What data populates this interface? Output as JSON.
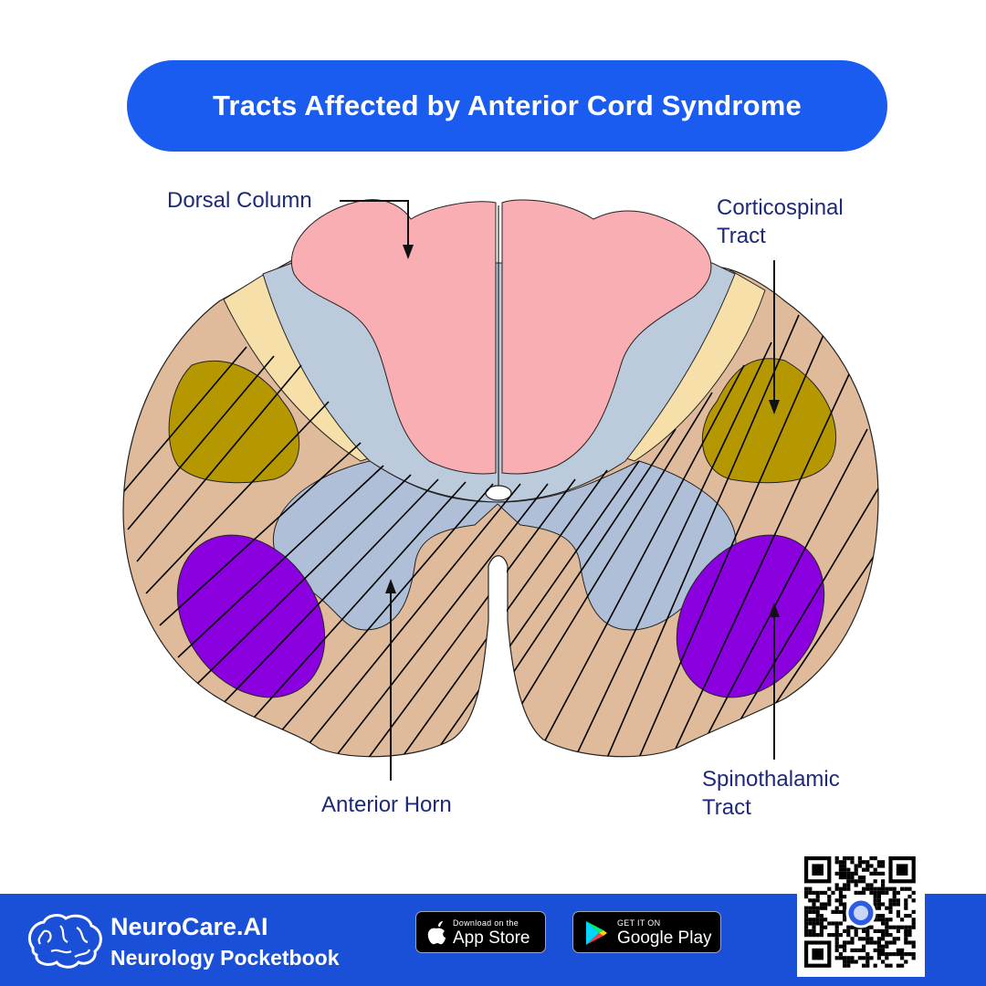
{
  "header": {
    "title": "Tracts Affected by Anterior Cord Syndrome"
  },
  "labels": {
    "dorsal_column": "Dorsal Column",
    "corticospinal": "Corticospinal\nTract",
    "anterior_horn": "Anterior Horn",
    "spinothalamic": "Spinothalamic\nTract"
  },
  "footer": {
    "brand_name": "NeuroCare.AI",
    "brand_sub": "Neurology Pocketbook",
    "app_store_small": "Download on the",
    "app_store_big": "App Store",
    "google_small": "GET IT ON",
    "google_big": "Google Play"
  },
  "colors": {
    "title_bg": "#1a5cf0",
    "footer_bg": "#1a4fd8",
    "label_text": "#1e2a78",
    "white_matter": "#dfbb9c",
    "gray_matter": "#bccbdb",
    "ventral_horn": "#b0bfd8",
    "dorsal_column": "#f8aeb2",
    "yellow_tract": "#f6dfa8",
    "corticospinal_tract": "#b59800",
    "spinothalamic_tract": "#8b00de"
  },
  "icons": [
    "brain-logo-icon",
    "apple-icon",
    "google-play-icon",
    "qr-code"
  ]
}
